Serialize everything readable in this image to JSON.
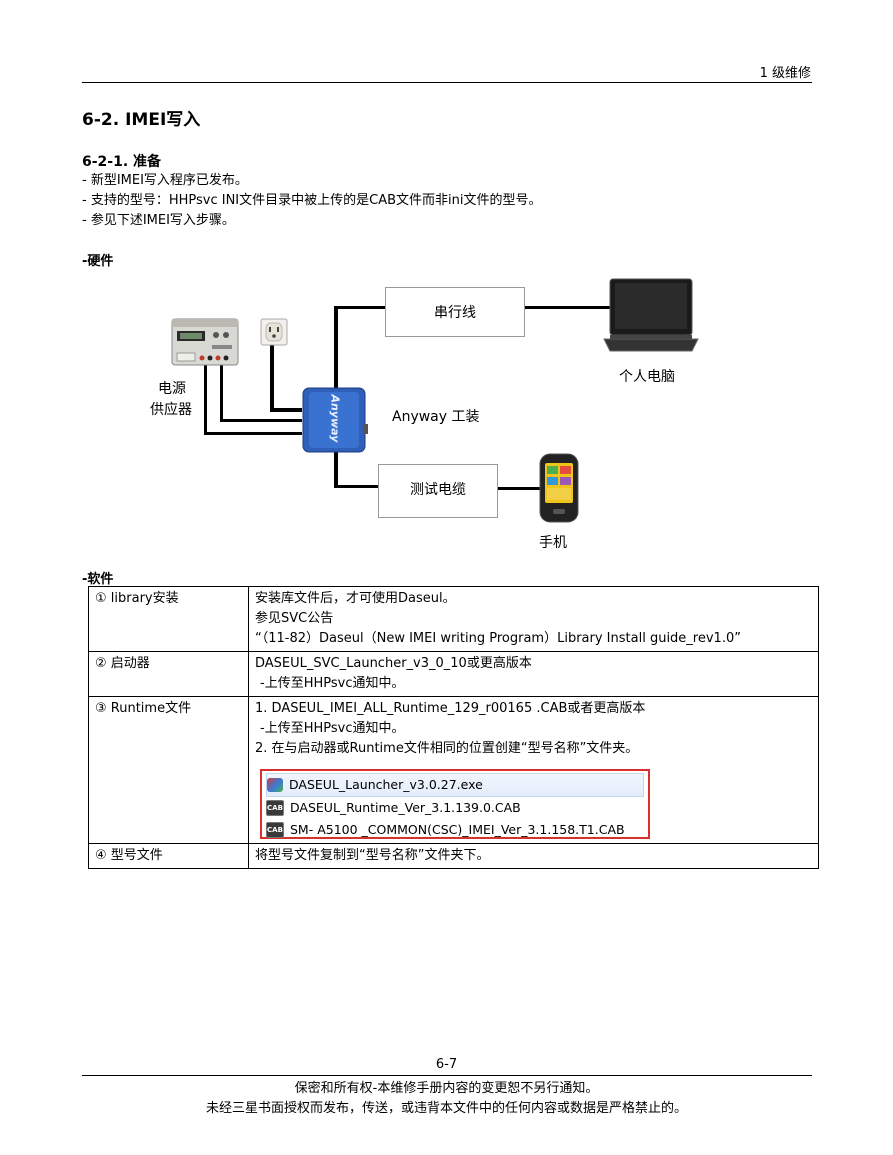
{
  "header": {
    "right": "1 级维修"
  },
  "title": "6-2. IMEI写入",
  "section": {
    "title": "6-2-1.  准备",
    "bullets": [
      "-  新型IMEI写入程序已发布。",
      "-  支持的型号：HHPsvc INI文件目录中被上传的是CAB文件而非ini文件的型号。",
      "-  参见下述IMEI写入步骤。"
    ]
  },
  "hardware": {
    "label": "-硬件",
    "serial_cable": "串行线",
    "pc": "个人电脑",
    "power_line1": "电源",
    "power_line2": "供应器",
    "jig": "Anyway 工装",
    "jig_brand": "Anyway",
    "test_cable": "测试电缆",
    "phone": "手机"
  },
  "software": {
    "label": "-软件",
    "rows": [
      {
        "name": "① library安装",
        "lines": [
          "安装库文件后，才可使用Daseul。",
          "参见SVC公告",
          "“（11-82）Daseul（New IMEI writing Program）Library Install guide_rev1.0”"
        ]
      },
      {
        "name": "②  启动器",
        "lines": [
          "DASEUL_SVC_Launcher_v3_0_10或更高版本",
          " -上传至HHPsvc通知中。"
        ]
      },
      {
        "name": "③ Runtime文件",
        "lines": [
          "1. DASEUL_IMEI_ALL_Runtime_129_r00165 .CAB或者更高版本",
          " -上传至HHPsvc通知中。",
          "2. 在与启动器或Runtime文件相同的位置创建“型号名称”文件夹。"
        ],
        "files": [
          "DASEUL_Launcher_v3.0.27.exe",
          "DASEUL_Runtime_Ver_3.1.139.0.CAB",
          "SM- A5100 _COMMON(CSC)_IMEI_Ver_3.1.158.T1.CAB"
        ],
        "cab_icon_text": "CAB"
      },
      {
        "name": "④  型号文件",
        "lines": [
          "将型号文件复制到“型号名称”文件夹下。"
        ]
      }
    ]
  },
  "footer": {
    "page": "6-7",
    "line1": "保密和所有权-本维修手册内容的变更恕不另行通知。",
    "line2": "未经三星书面授权而发布，传送，或违背本文件中的任何内容或数据是严格禁止的。"
  }
}
